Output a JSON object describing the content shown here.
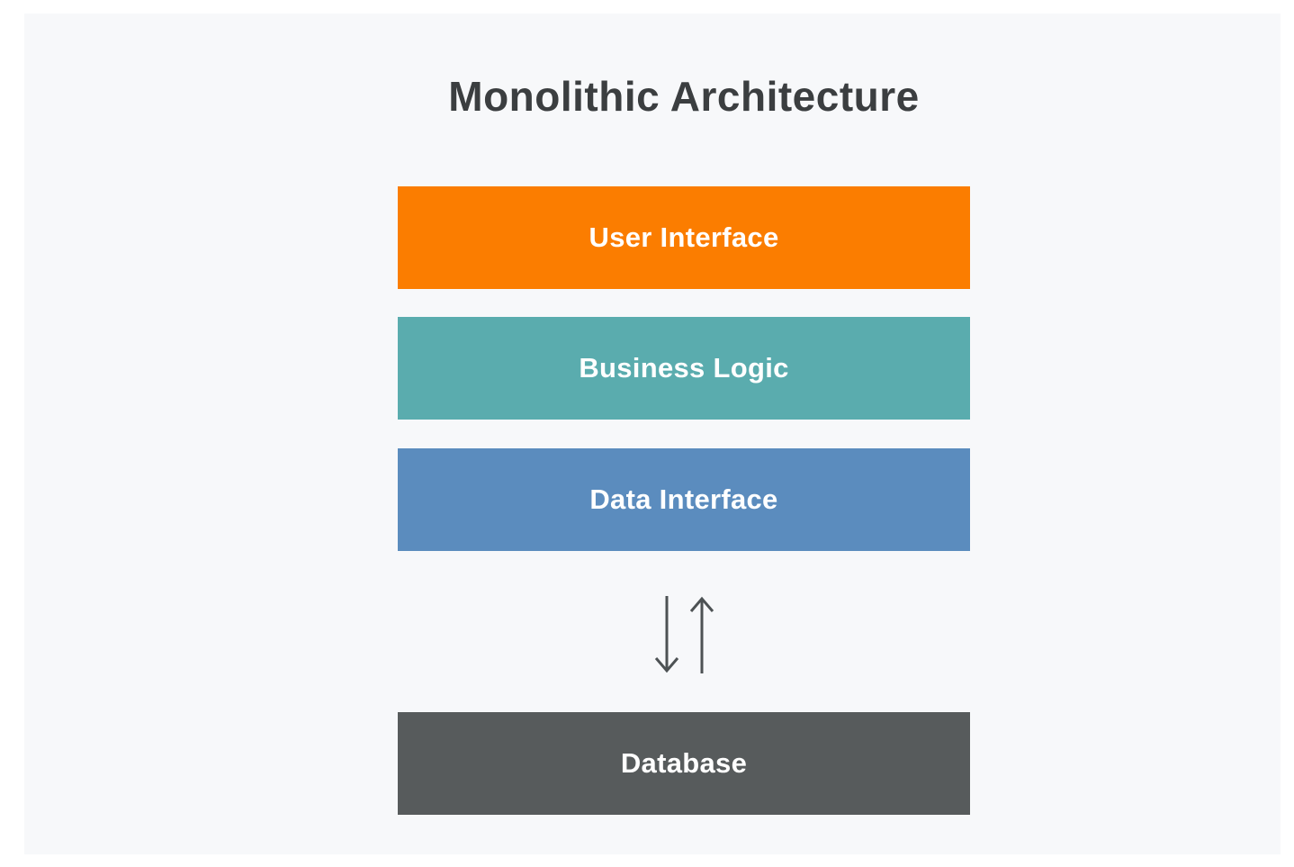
{
  "diagram": {
    "title": "Monolithic Architecture",
    "layers": [
      {
        "id": "user-interface",
        "label": "User Interface",
        "color": "#fb7d00"
      },
      {
        "id": "business-logic",
        "label": "Business Logic",
        "color": "#5aacae"
      },
      {
        "id": "data-interface",
        "label": "Data Interface",
        "color": "#5b8cbe"
      }
    ],
    "database": {
      "id": "database",
      "label": "Database",
      "color": "#575b5c"
    },
    "icons": {
      "down_arrow": "down-arrow",
      "up_arrow": "up-arrow"
    },
    "colors": {
      "page_background": "#ffffff",
      "panel_background": "#f7f8fa",
      "title_text": "#3b3e40",
      "layer_text": "#ffffff",
      "arrow_stroke": "#4d5254"
    }
  }
}
